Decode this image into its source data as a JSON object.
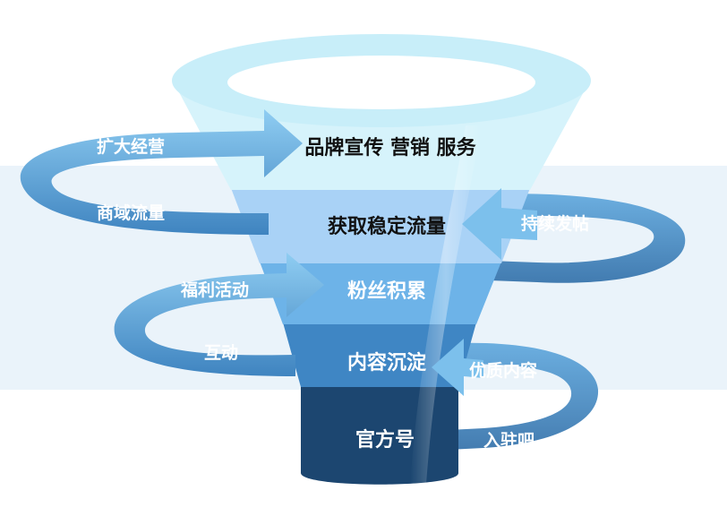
{
  "funnel": {
    "tiers": [
      {
        "label": "品牌宣传 营销 服务"
      },
      {
        "label": "获取稳定流量"
      },
      {
        "label": "粉丝积累"
      },
      {
        "label": "内容沉淀"
      },
      {
        "label": "官方号"
      }
    ]
  },
  "loops": {
    "left_upper_top": "扩大经营",
    "left_upper_bottom": "商域流量",
    "right_upper_top": "持续发帖",
    "left_lower_top": "福利活动",
    "left_lower_bottom": "互动",
    "right_lower_top": "优质内容",
    "right_lower_bottom": "入驻吧"
  },
  "colors": {
    "band_background": "#eaf3fa",
    "tier_1": "#d6f3fb",
    "tier_2": "#a9d2f6",
    "tier_3": "#6db3e8",
    "tier_4": "#3f86c4",
    "tier_5": "#1c4670",
    "ribbon_light": "#7cc0ec",
    "ribbon_mid": "#4e9cd6",
    "ribbon_dark": "#3a7cb6"
  }
}
